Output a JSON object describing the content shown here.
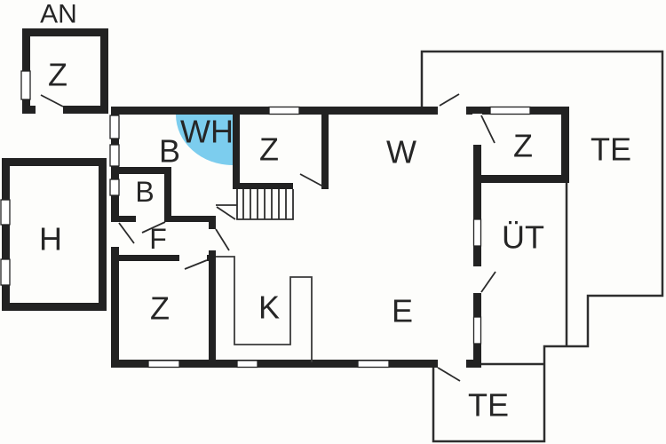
{
  "plan": {
    "type": "floor-plan",
    "colors": {
      "wall": "#222222",
      "background": "#fdfdfb",
      "whirlpool_blue": "#7ccdee",
      "label_text": "#262626",
      "thin_line": "#2e2e2e"
    },
    "rooms": [
      {
        "id": "annex-title",
        "label": "AN"
      },
      {
        "id": "annex-room-z",
        "label": "Z"
      },
      {
        "id": "outbuilding-h",
        "label": "H"
      },
      {
        "id": "bathroom-main-b",
        "label": "B"
      },
      {
        "id": "whirlpool-wh",
        "label": "WH"
      },
      {
        "id": "bathroom-small-b",
        "label": "B"
      },
      {
        "id": "hallway-f",
        "label": "F"
      },
      {
        "id": "bedroom-z-middle",
        "label": "Z"
      },
      {
        "id": "bedroom-z-bottom",
        "label": "Z"
      },
      {
        "id": "kitchen-k",
        "label": "K"
      },
      {
        "id": "living-room-w",
        "label": "W"
      },
      {
        "id": "dining-area-e",
        "label": "E"
      },
      {
        "id": "bedroom-z-right",
        "label": "Z"
      },
      {
        "id": "covered-terrace-ut",
        "label": "ÜT"
      },
      {
        "id": "terrace-right-te",
        "label": "TE"
      },
      {
        "id": "terrace-bottom-te",
        "label": "TE"
      }
    ]
  }
}
